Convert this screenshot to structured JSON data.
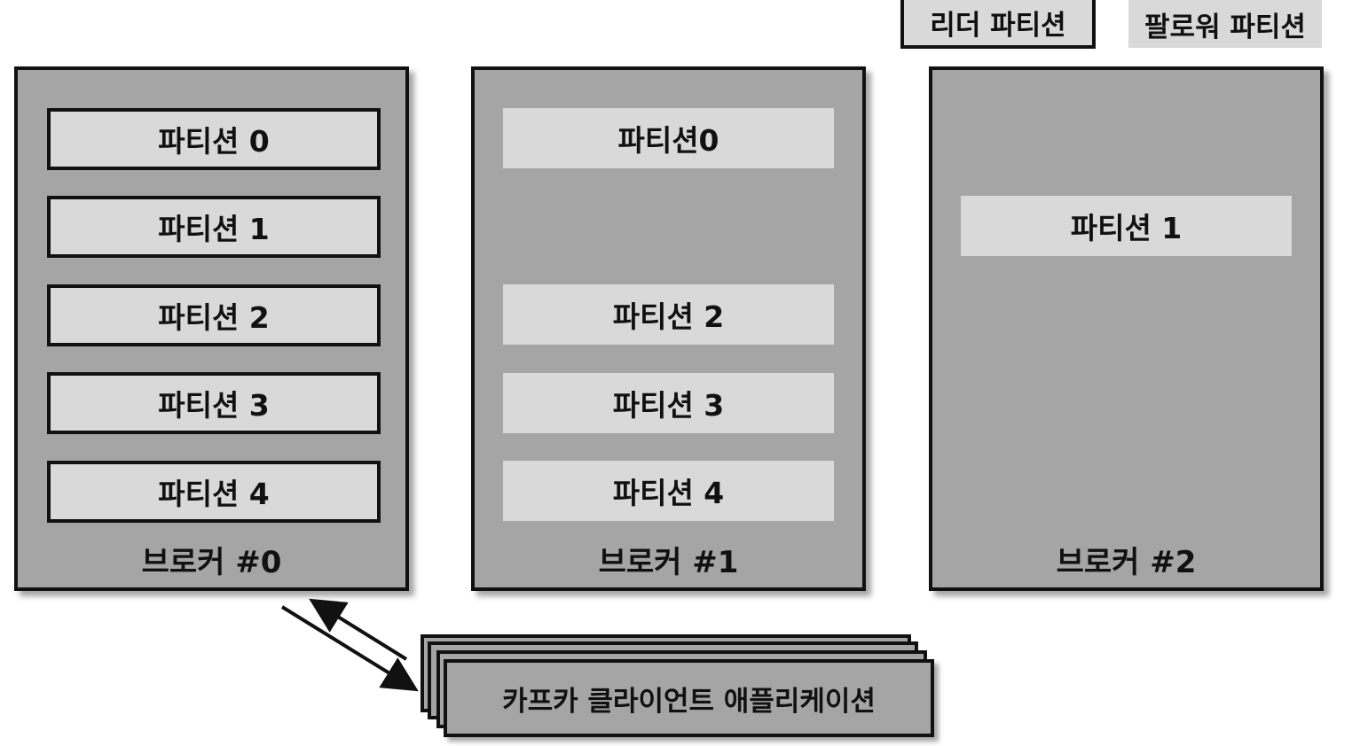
{
  "legend": {
    "leader_label": "리더 파티션",
    "follower_label": "팔로워 파티션"
  },
  "brokers": [
    {
      "label": "브로커 #0",
      "partitions": [
        "파티션 0",
        "파티션 1",
        "파티션 2",
        "파티션 3",
        "파티션 4"
      ]
    },
    {
      "label": "브로커 #1",
      "partitions": [
        "파티션0",
        "파티션 2",
        "파티션 3",
        "파티션 4"
      ]
    },
    {
      "label": "브로커 #2",
      "partitions": [
        "파티션 1"
      ]
    }
  ],
  "client": {
    "label": "카프카 클라이언트 애플리케이션"
  },
  "colors": {
    "leader_fill": "#d9d9d9",
    "follower_fill": "#d9d9d9",
    "broker_fill": "#a5a5a5",
    "border": "#111111"
  }
}
